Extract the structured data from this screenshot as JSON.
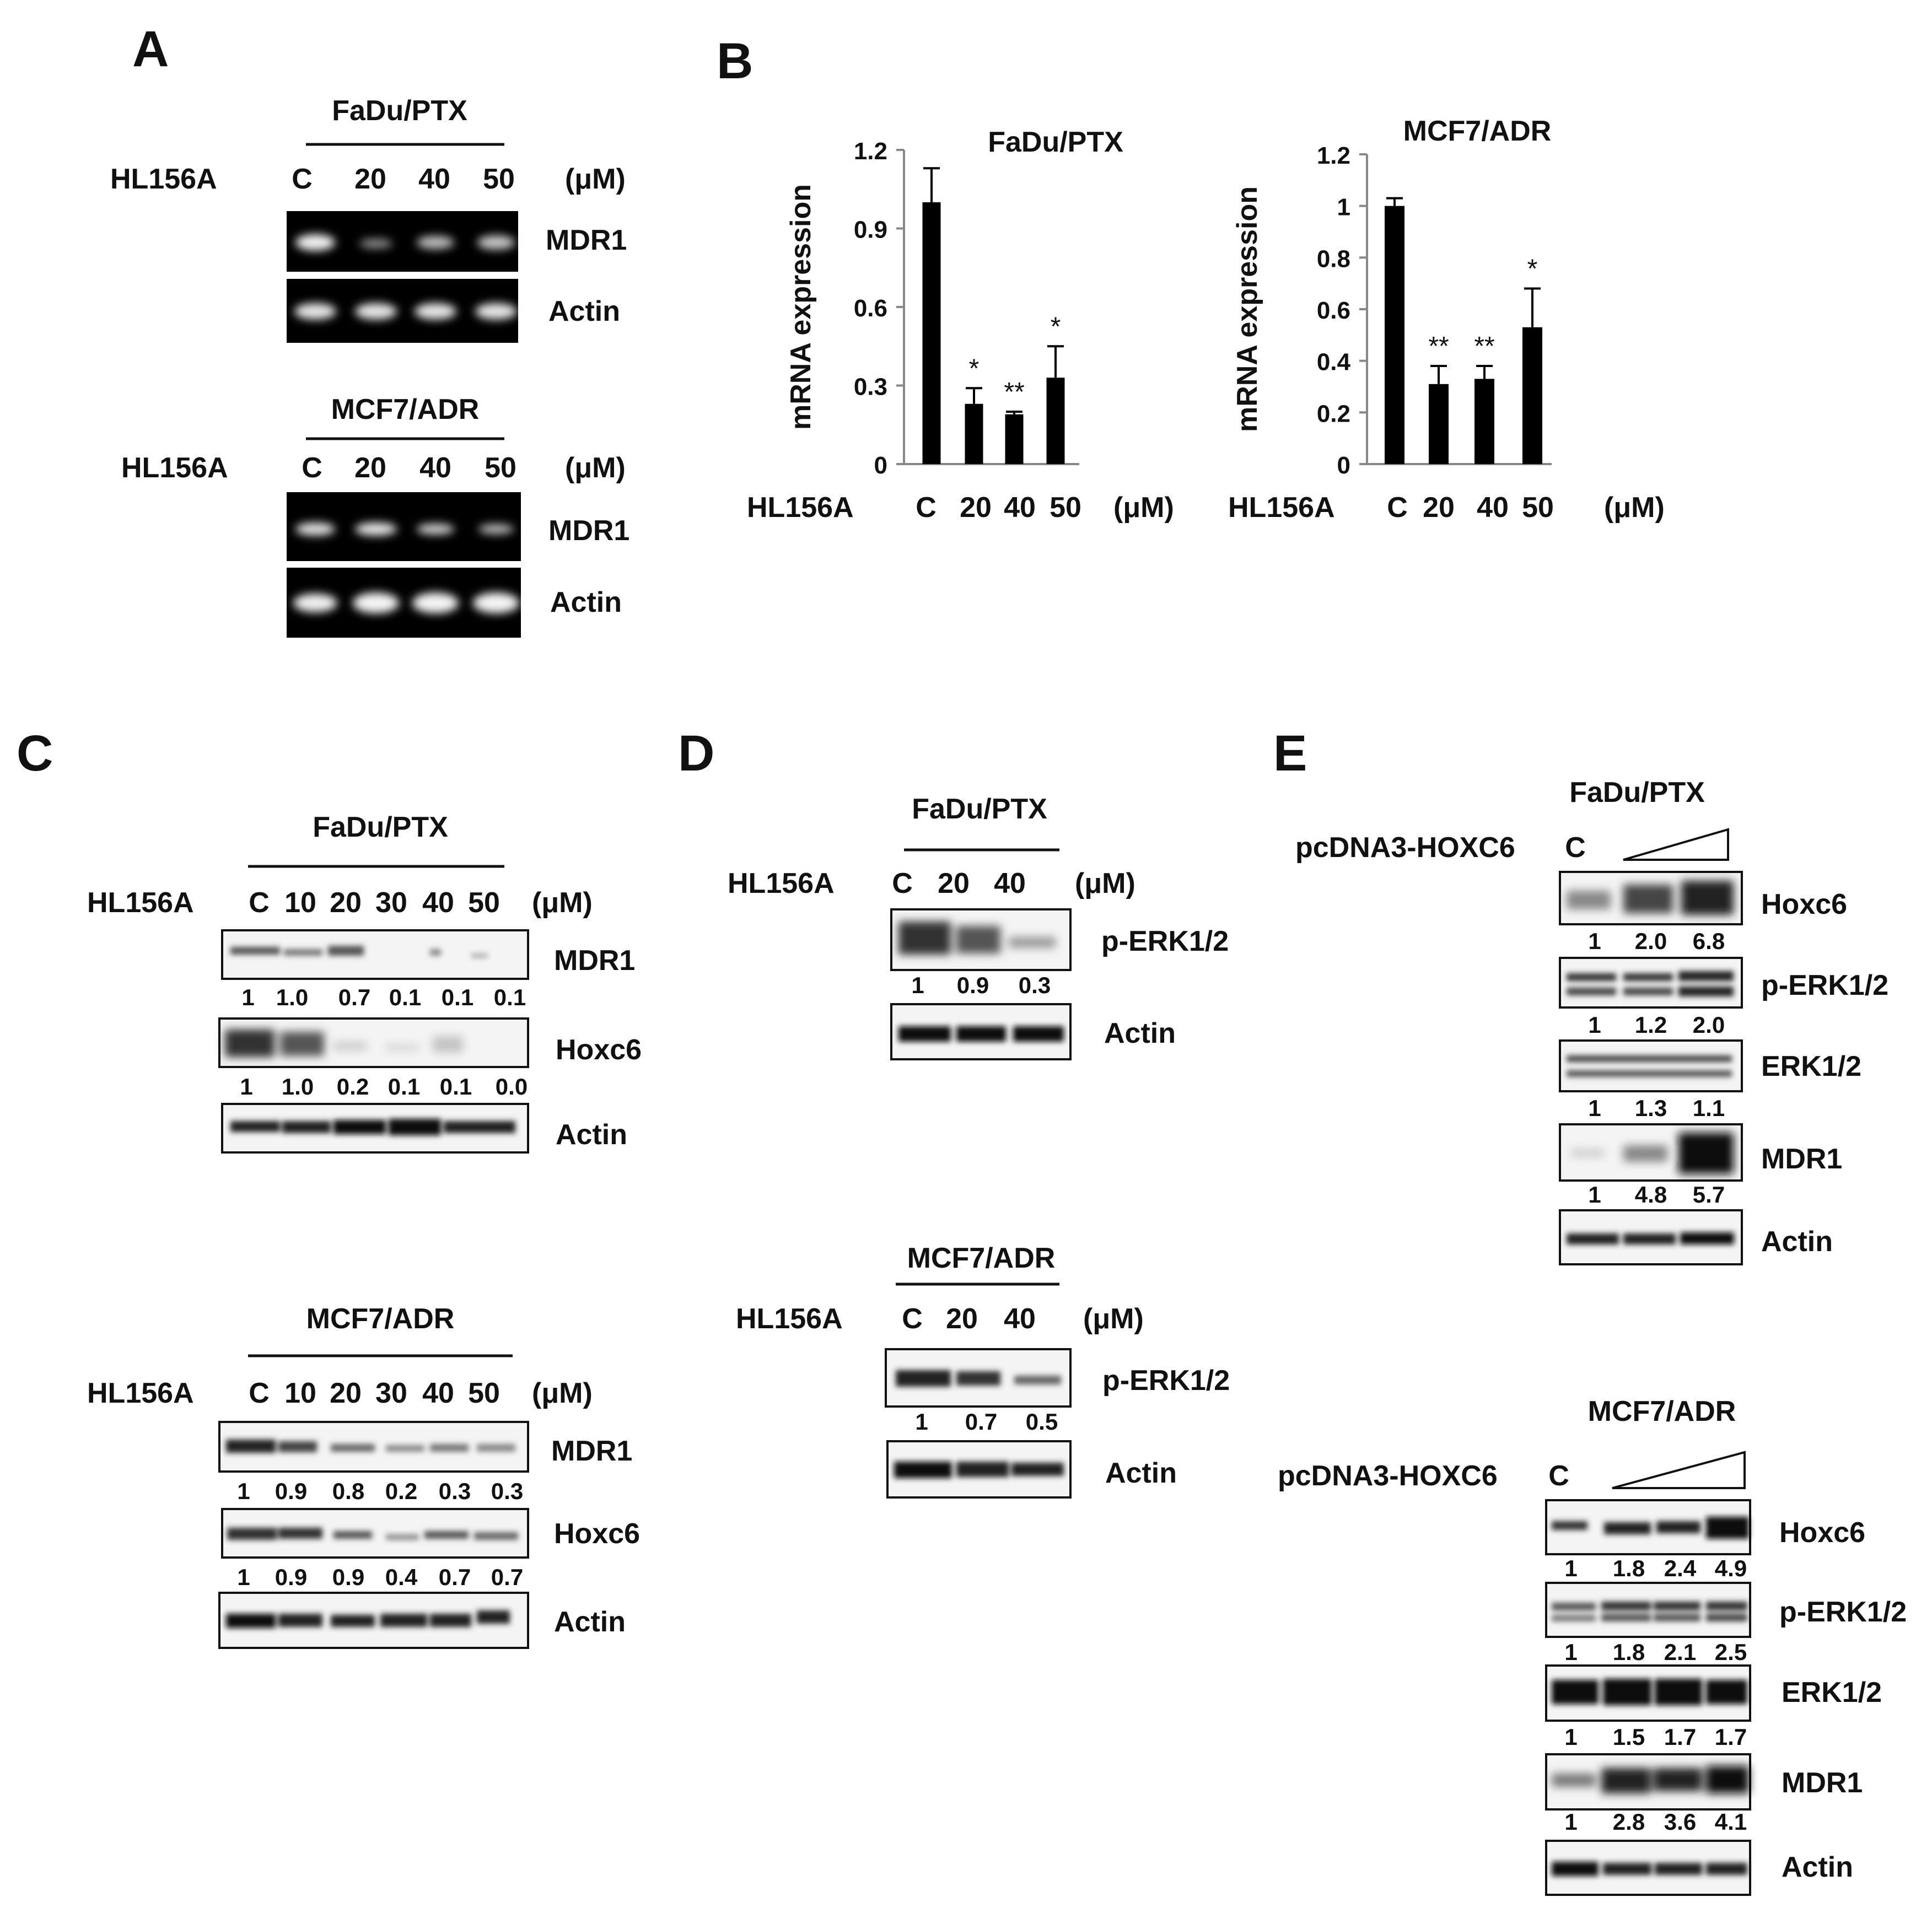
{
  "panel_letters": [
    "A",
    "B",
    "C",
    "D",
    "E"
  ],
  "common": {
    "drug": "HL156A",
    "unit": "(μM)",
    "dose_A": [
      "C",
      "20",
      "40",
      "50"
    ],
    "dose_C": [
      "C",
      "10",
      "20",
      "30",
      "40",
      "50"
    ],
    "dose_D": [
      "C",
      "20",
      "40"
    ],
    "vector": "pcDNA3-HOXC6",
    "vector_control": "C"
  },
  "panel_a": {
    "blocks": [
      {
        "cell_line": "FaDu/PTX",
        "rows": [
          "MDR1",
          "Actin"
        ]
      },
      {
        "cell_line": "MCF7/ADR",
        "rows": [
          "MDR1",
          "Actin"
        ]
      }
    ]
  },
  "panel_c": {
    "blocks": [
      {
        "cell_line": "FaDu/PTX",
        "rows": [
          {
            "label": "MDR1",
            "quant": [
              "1",
              "1.0",
              "0.7",
              "0.1",
              "0.1",
              "0.1"
            ]
          },
          {
            "label": "Hoxc6",
            "quant": [
              "1",
              "1.0",
              "0.2",
              "0.1",
              "0.1",
              "0.0"
            ]
          },
          {
            "label": "Actin"
          }
        ]
      },
      {
        "cell_line": "MCF7/ADR",
        "rows": [
          {
            "label": "MDR1",
            "quant": [
              "1",
              "0.9",
              "0.8",
              "0.2",
              "0.3",
              "0.3"
            ]
          },
          {
            "label": "Hoxc6",
            "quant": [
              "1",
              "0.9",
              "0.9",
              "0.4",
              "0.7",
              "0.7"
            ]
          },
          {
            "label": "Actin"
          }
        ]
      }
    ]
  },
  "panel_d": {
    "blocks": [
      {
        "cell_line": "FaDu/PTX",
        "rows": [
          {
            "label": "p-ERK1/2",
            "quant": [
              "1",
              "0.9",
              "0.3"
            ]
          },
          {
            "label": "Actin"
          }
        ]
      },
      {
        "cell_line": "MCF7/ADR",
        "rows": [
          {
            "label": "p-ERK1/2",
            "quant": [
              "1",
              "0.7",
              "0.5"
            ]
          },
          {
            "label": "Actin"
          }
        ]
      }
    ]
  },
  "panel_e": {
    "blocks": [
      {
        "cell_line": "FaDu/PTX",
        "rows": [
          {
            "label": "Hoxc6",
            "quant": [
              "1",
              "2.0",
              "6.8"
            ]
          },
          {
            "label": "p-ERK1/2",
            "quant": [
              "1",
              "1.2",
              "2.0"
            ]
          },
          {
            "label": "ERK1/2",
            "quant": [
              "1",
              "1.3",
              "1.1"
            ]
          },
          {
            "label": "MDR1",
            "quant": [
              "1",
              "4.8",
              "5.7"
            ]
          },
          {
            "label": "Actin"
          }
        ]
      },
      {
        "cell_line": "MCF7/ADR",
        "rows": [
          {
            "label": "Hoxc6",
            "quant": [
              "1",
              "1.8",
              "2.4",
              "4.9"
            ]
          },
          {
            "label": "p-ERK1/2",
            "quant": [
              "1",
              "1.8",
              "2.1",
              "2.5"
            ]
          },
          {
            "label": "ERK1/2",
            "quant": [
              "1",
              "1.5",
              "1.7",
              "1.7"
            ]
          },
          {
            "label": "MDR1",
            "quant": [
              "1",
              "2.8",
              "3.6",
              "4.1"
            ]
          },
          {
            "label": "Actin"
          }
        ]
      }
    ]
  },
  "chart_data": [
    {
      "type": "bar",
      "title": "FaDu/PTX",
      "xlabel": "HL156A",
      "x_unit": "(μM)",
      "ylabel": "mRNA expression",
      "ylim": [
        0,
        1.2
      ],
      "yticks": [
        "0",
        "0.3",
        "0.6",
        "0.9",
        "1.2"
      ],
      "categories": [
        "C",
        "20",
        "40",
        "50"
      ],
      "values": [
        1.0,
        0.23,
        0.19,
        0.33
      ],
      "errors": [
        0.13,
        0.06,
        0.01,
        0.12
      ],
      "annotations": [
        "",
        "*",
        "**",
        "*"
      ]
    },
    {
      "type": "bar",
      "title": "MCF7/ADR",
      "xlabel": "HL156A",
      "x_unit": "(μM)",
      "ylabel": "mRNA expression",
      "ylim": [
        0,
        1.2
      ],
      "yticks": [
        "0",
        "0.2",
        "0.4",
        "0.6",
        "0.8",
        "1",
        "1.2"
      ],
      "categories": [
        "C",
        "20",
        "40",
        "50"
      ],
      "values": [
        1.0,
        0.31,
        0.33,
        0.53
      ],
      "errors": [
        0.03,
        0.07,
        0.05,
        0.15
      ],
      "annotations": [
        "",
        "**",
        "**",
        "*"
      ]
    }
  ]
}
